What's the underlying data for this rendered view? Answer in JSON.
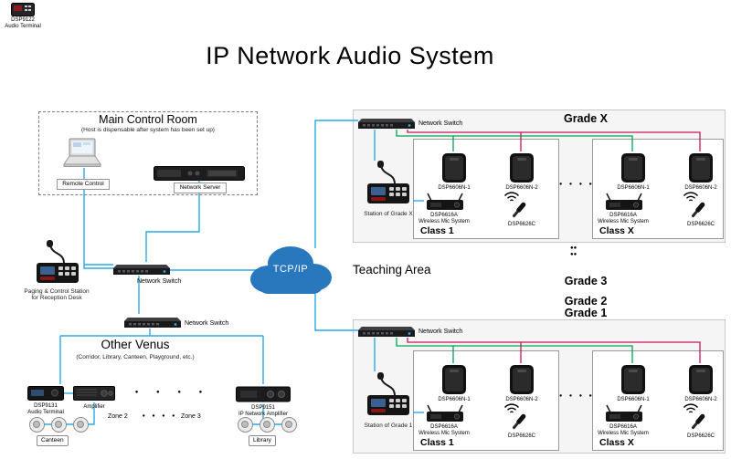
{
  "title": "IP Network Audio System",
  "corner_device": {
    "model": "DSP9122",
    "name": "Audio Terminal"
  },
  "control_room": {
    "title": "Main Control Room",
    "subtitle": "(Host is dispensable after system has been set up)",
    "remote_control_label": "Remote Control",
    "server_label": "Network Server"
  },
  "switch_label": "Network Switch",
  "paging_station": {
    "line1": "Paging & Control Station",
    "line2": "for Reception Desk"
  },
  "cloud_label": "TCP/IP",
  "teaching_area_label": "Teaching Area",
  "other_venus": {
    "title": "Other Venus",
    "subtitle": "(Corridor, Library, Canteen, Playground, etc.)",
    "terminal_model": "DSP9131",
    "terminal_name": "Audio Terminal",
    "amplifier_label": "Amplifier",
    "zone1_label": "Canteen",
    "zone2_label": "Zone 2",
    "zone3_label": "Zone 3",
    "net_amp_model": "DSP9151",
    "net_amp_name": "IP Network Amplifier",
    "zone4_label": "Library"
  },
  "grade_ladder": {
    "g3": "Grade 3",
    "g2": "Grade 2",
    "g1": "Grade 1"
  },
  "grades": [
    {
      "name": "Grade X",
      "station": "Station of Grade X",
      "classes": [
        {
          "name": "Class 1",
          "spk1": "DSP6606N-1",
          "spk2": "DSP6606N-2",
          "mic_model": "DSP6616A",
          "mic_name": "Wireless Mic System",
          "wmic": "DSP6626C"
        },
        {
          "name": "Class X",
          "spk1": "DSP6606N-1",
          "spk2": "DSP6606N-2",
          "mic_model": "DSP6616A",
          "mic_name": "Wireless Mic System",
          "wmic": "DSP6626C"
        }
      ]
    },
    {
      "name": "Grade 1",
      "station": "Station of Grade 1",
      "classes": [
        {
          "name": "Class 1",
          "spk1": "DSP6606N-1",
          "spk2": "DSP6606N-2",
          "mic_model": "DSP6616A",
          "mic_name": "Wireless Mic System",
          "wmic": "DSP6626C"
        },
        {
          "name": "Class X",
          "spk1": "DSP6606N-1",
          "spk2": "DSP6606N-2",
          "mic_model": "DSP6616A",
          "mic_name": "Wireless Mic System",
          "wmic": "DSP6626C"
        }
      ]
    }
  ],
  "decor": {
    "dots_h": "● ● ● ●",
    "dots_zone": "● ● ● ●",
    "dots_class": "● ● ● ●",
    "dots_v": "●●●●"
  },
  "colors": {
    "wire_cyan": "#29ABE2",
    "wire_green": "#00A651",
    "wire_magenta": "#C8175D",
    "cloud_blue": "#2978BE"
  }
}
